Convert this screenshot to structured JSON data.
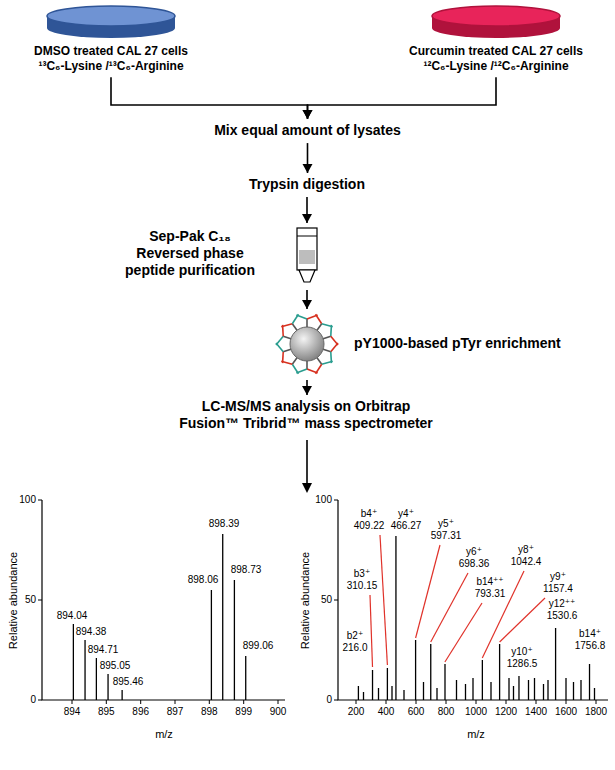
{
  "diagram": {
    "nodes": [
      {
        "text": [
          "DMSO treated CAL 27 cells",
          "¹³C₆-Lysine /¹³C₆-Arginine"
        ]
      },
      {
        "text": [
          "Curcumin treated CAL 27 cells",
          "¹²C₆-Lysine /¹²C₆-Arginine"
        ]
      },
      {
        "text": [
          "Mix equal amount of lysates"
        ]
      },
      {
        "text": [
          "Trypsin digestion"
        ]
      },
      {
        "text": [
          "Sep-Pak C₁₈",
          "Reversed phase peptide purification"
        ]
      },
      {
        "text": [
          "pY1000-based pTyr enrichment"
        ]
      },
      {
        "text": [
          "LC-MS/MS analysis on Orbitrap Fusion™ Tribrid™ mass spectrometer"
        ]
      }
    ],
    "edges": [
      {
        "from": 0,
        "to": 2,
        "arrow": "to"
      },
      {
        "from": 1,
        "to": 2,
        "arrow": "to"
      },
      {
        "from": 2,
        "to": 3,
        "arrow": "to"
      },
      {
        "from": 3,
        "to": 4,
        "arrow": "to"
      },
      {
        "from": 4,
        "to": 5,
        "arrow": "to"
      },
      {
        "from": 5,
        "to": 6,
        "arrow": "to"
      }
    ],
    "labels": [
      "Relative abundance",
      "100",
      "50",
      "0",
      "894",
      "895",
      "896",
      "897",
      "898",
      "899",
      "900",
      "m/z",
      "894.04",
      "894.38",
      "894.71",
      "895.05",
      "895.46",
      "898.06",
      "898.39",
      "898.73",
      "899.06",
      "Relative abundance",
      "100",
      "50",
      "0",
      "200",
      "400",
      "600",
      "800",
      "1000",
      "1200",
      "1400",
      "1600",
      "1800",
      "m/z",
      "b2⁺",
      "216.0",
      "b3⁺",
      "310.15",
      "b4⁺",
      "409.22",
      "y4⁺",
      "466.27",
      "y5⁺",
      "597.31",
      "y6⁺",
      "698.36",
      "b14⁺⁺",
      "793.31",
      "y8⁺",
      "1042.4",
      "y9⁺",
      "1157.4",
      "y10⁺",
      "1286.5",
      "y12⁺⁺",
      "1530.6",
      "b14⁺",
      "1756.8"
    ]
  }
}
